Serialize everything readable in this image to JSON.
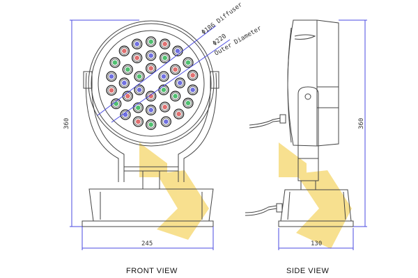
{
  "front_view": {
    "title": "FRONT VIEW",
    "height_dim": "360",
    "width_dim": "245",
    "diffuser_label": "Φ186 Diffuser",
    "outer_dia_value": "Φ220",
    "outer_dia_text": "Outer Diameter"
  },
  "side_view": {
    "title": "SIDE VIEW",
    "height_dim": "360",
    "width_dim": "130"
  },
  "colors": {
    "red": "#e07070",
    "green": "#50c070",
    "blue": "#7070e0",
    "dimension": "#4a4ae0",
    "watermark": "#f5d66a"
  },
  "leds": [
    "B",
    "G",
    "R",
    "R",
    "R",
    "B",
    "G",
    "B",
    "G",
    "G",
    "R",
    "R",
    "G",
    "B",
    "G",
    "B",
    "R",
    "B",
    "B",
    "R",
    "B",
    "G",
    "B",
    "R",
    "R",
    "G",
    "G",
    "G",
    "B",
    "R",
    "G",
    "B",
    "R",
    "R",
    "G",
    "B"
  ]
}
